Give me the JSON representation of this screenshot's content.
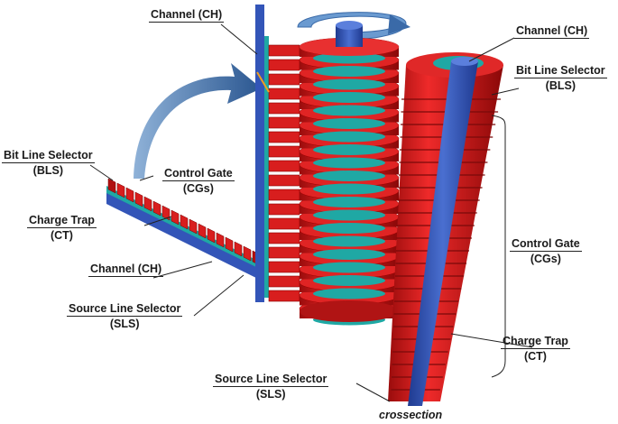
{
  "labels": {
    "channel_top_middle": {
      "line1": "Channel (CH)"
    },
    "channel_top_right": {
      "line1": "Channel (CH)"
    },
    "bls_right": {
      "line1": "Bit Line Selector",
      "line2": "(BLS)"
    },
    "bls_left": {
      "line1": "Bit Line Selector",
      "line2": "(BLS)"
    },
    "cg_left": {
      "line1": "Control Gate",
      "line2": "(CGs)"
    },
    "ct_left": {
      "line1": "Charge Trap",
      "line2": "(CT)"
    },
    "channel_left": {
      "line1": "Channel (CH)"
    },
    "sls_left": {
      "line1": "Source Line Selector",
      "line2": "(SLS)"
    },
    "cg_right": {
      "line1": "Control Gate",
      "line2": "(CGs)"
    },
    "ct_right": {
      "line1": "Charge Trap",
      "line2": "(CT)"
    },
    "sls_bottom": {
      "line1": "Source Line Selector",
      "line2": "(SLS)"
    },
    "crossection": "crossection"
  },
  "colors": {
    "gate": "#d81e1e",
    "trap": "#1fa8a4",
    "channel": "#3355b8",
    "arrow": "#2f5f9a"
  }
}
